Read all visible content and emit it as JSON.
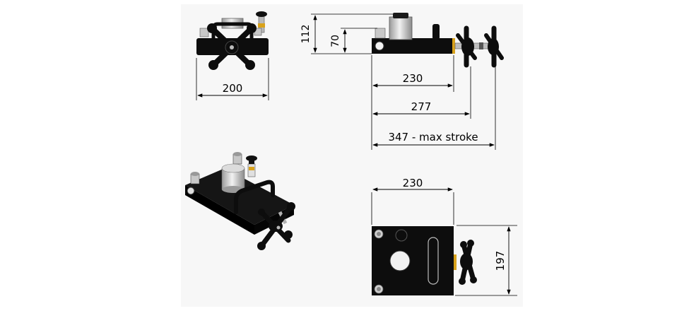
{
  "colors": {
    "page": "#ffffff",
    "panel": "#f7f7f7",
    "body": "#0d0d0d",
    "metal": "#b8b8b8",
    "metal_light": "#e8e8e8",
    "accent": "#d9a21b",
    "dim_line": "#000000"
  },
  "dimensions": {
    "front_height_total": "112",
    "front_height_body": "70",
    "front_width": "200",
    "side_length_230": "230",
    "side_length_277": "277",
    "side_max_stroke": "347 - max stroke",
    "top_length": "230",
    "top_width": "197"
  },
  "views": {
    "front": "front-view",
    "side": "side-view",
    "top": "top-view",
    "iso": "isometric-view"
  }
}
